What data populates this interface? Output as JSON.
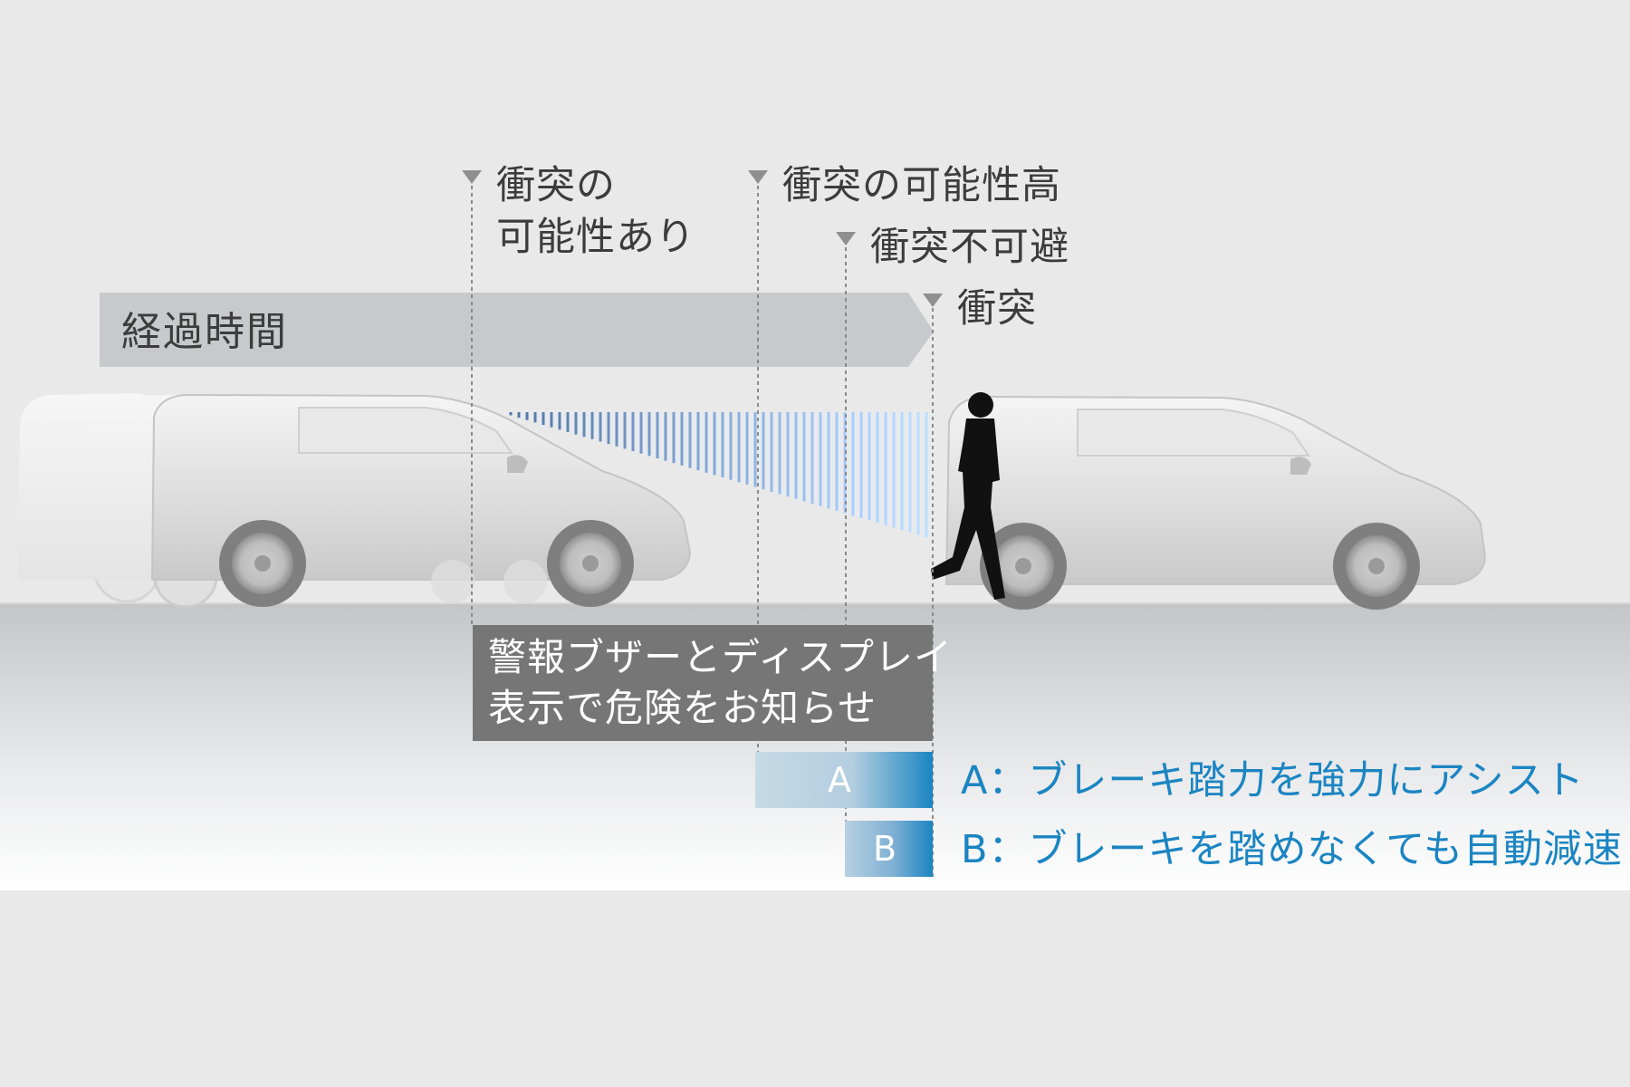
{
  "diagram": {
    "elapsed_time_label": "経過時間",
    "markers": [
      {
        "line1": "衝突の",
        "line2": "可能性あり"
      },
      {
        "line1": "衝突の可能性高"
      },
      {
        "line1": "衝突不可避"
      },
      {
        "line1": "衝突"
      }
    ],
    "warning": {
      "line1": "警報ブザーとディスプレイ",
      "line2": "表示で危険をお知らせ"
    },
    "phases": [
      {
        "letter": "A",
        "description": "A：ブレーキ踏力を強力にアシスト"
      },
      {
        "letter": "B",
        "description": "B：ブレーキを踏めなくても自動減速"
      }
    ],
    "colors": {
      "background": "#e9e9e9",
      "arrow": "#c7c9cc",
      "warning_box": "#767676",
      "legend_text": "#1b85c2",
      "bar_light": "#b9d3e2",
      "bar_dark": "#1b85c2"
    }
  }
}
